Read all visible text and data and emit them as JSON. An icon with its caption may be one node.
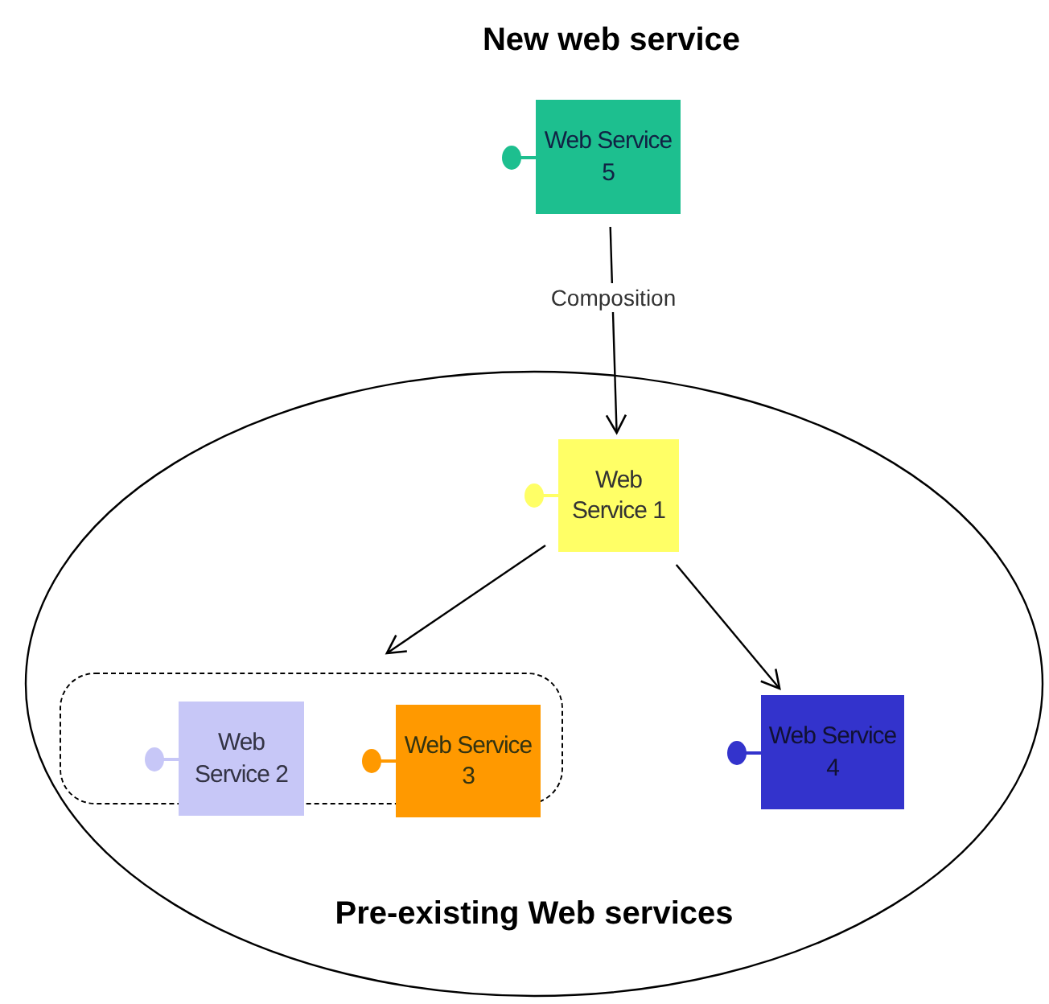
{
  "diagram": {
    "title": "New web service",
    "nodes": [
      {
        "text": [
          "Web Service 5"
        ]
      },
      {
        "text": [
          "Pre-existing Web services"
        ]
      },
      {
        "text": [
          "Web Service 1"
        ],
        "in": 1
      },
      {
        "text": [],
        "shape": "box",
        "in": 1
      },
      {
        "text": [
          "Web Service 2"
        ],
        "in": 3
      },
      {
        "text": [
          "Web Service 3"
        ],
        "in": 3
      },
      {
        "text": [
          "Web Service 4"
        ],
        "in": 1
      }
    ],
    "edges": [
      {
        "from": 0,
        "to": 2,
        "arrow": "to",
        "label": "Composition"
      },
      {
        "from": 2,
        "to": 3,
        "arrow": "to"
      },
      {
        "from": 2,
        "to": 6,
        "arrow": "to"
      }
    ]
  }
}
